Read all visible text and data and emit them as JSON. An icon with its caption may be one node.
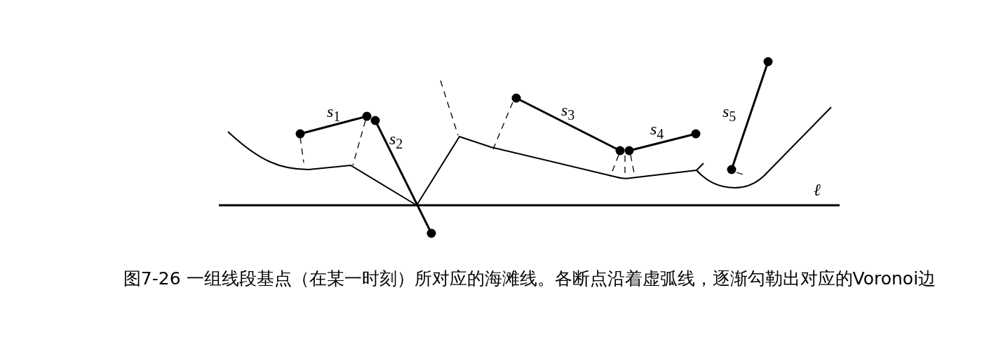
{
  "diagram": {
    "caption": "图7-26 一组线段基点（在某一时刻）所对应的海滩线。各断点沿着虚弧线，逐渐勾勒出对应的Voronoi边",
    "labels": [
      "*s*$_{1}$",
      "*s*$_{2}$",
      "*s*$_{3}$",
      "*s*$_{4}$",
      "*s*$_{5}$",
      "*ℓ*"
    ]
  }
}
